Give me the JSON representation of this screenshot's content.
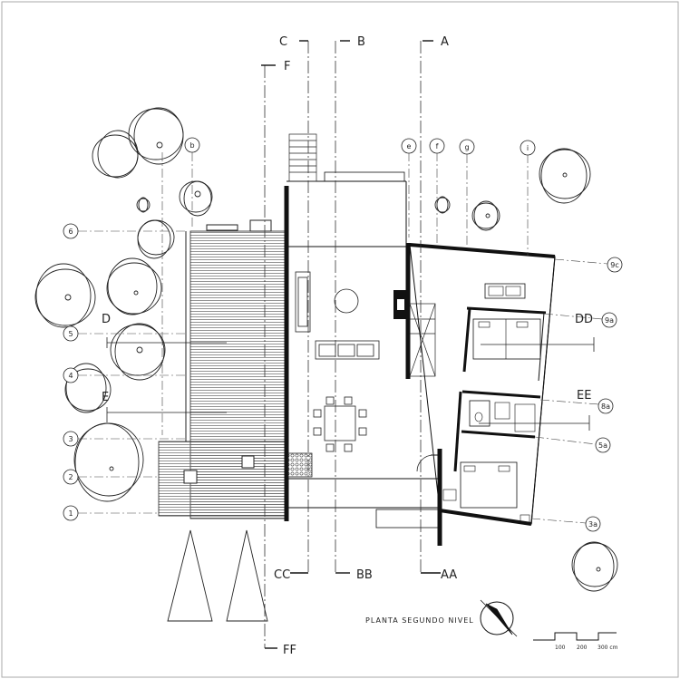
{
  "drawing": {
    "title": "PLANTA SEGUNDO NIVEL",
    "scale_bar": {
      "labels": [
        "100",
        "200",
        "300 cm"
      ]
    }
  },
  "section_cuts": {
    "top": [
      "C",
      "B",
      "A",
      "F"
    ],
    "bottom": [
      "CC",
      "BB",
      "AA",
      "FF"
    ],
    "side": [
      "D",
      "E",
      "DD",
      "EE"
    ]
  },
  "grid_axes": {
    "left": [
      "6",
      "5",
      "4",
      "3",
      "2",
      "1"
    ],
    "top": [
      "b",
      "e",
      "f",
      "g",
      "i"
    ],
    "right": [
      "9c",
      "9a",
      "8a",
      "5a",
      "3a"
    ]
  },
  "colors": {
    "line": "#222222",
    "paper": "#ffffff",
    "hatch": "#555555"
  }
}
